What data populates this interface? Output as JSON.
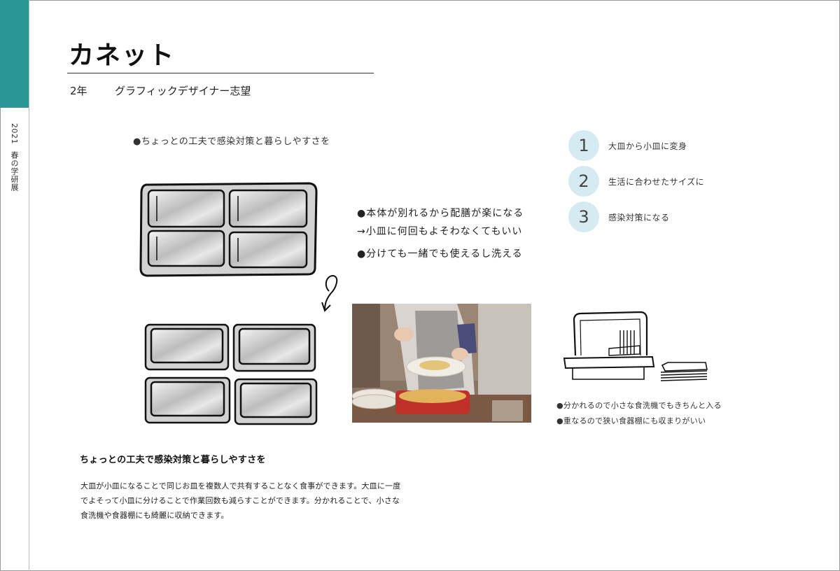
{
  "sidebar": {
    "year": "2021",
    "event": "春の学研展"
  },
  "header": {
    "title": "カネット",
    "grade": "2年",
    "aspiration": "グラフィックデザイナー志望"
  },
  "tagline": "●ちょっとの工夫で感染対策と暮らしやすさを",
  "features": [
    "●本体が別れるから配膳が楽になる",
    "→小皿に何回もよそわなくてもいい",
    "●分けても一緒でも使えるし洗える"
  ],
  "points": [
    {
      "num": "1",
      "label": "大皿から小皿に変身"
    },
    {
      "num": "2",
      "label": "生活に合わせたサイズに"
    },
    {
      "num": "3",
      "label": "感染対策になる"
    }
  ],
  "storage_notes": [
    "●分かれるので小さな食洗機でもきちんと入る",
    "●重なるので狭い食器棚にも収まりがいい"
  ],
  "body": {
    "heading": "ちょっとの工夫で感染対策と暮らしやすさを",
    "lines": [
      "大皿が小皿になることで同じお皿を複数人で共有することなく食事ができます。大皿に一度",
      "でよそって小皿に分けることで作業回数も減らすことができます。分かれることで、小さな",
      "食洗機や食器棚にも綺麗に収納できます。"
    ]
  },
  "colors": {
    "accent": "#2a9696",
    "circle": "#d6ebf1"
  },
  "icons": {
    "arrow": "curved-arrow-icon"
  }
}
